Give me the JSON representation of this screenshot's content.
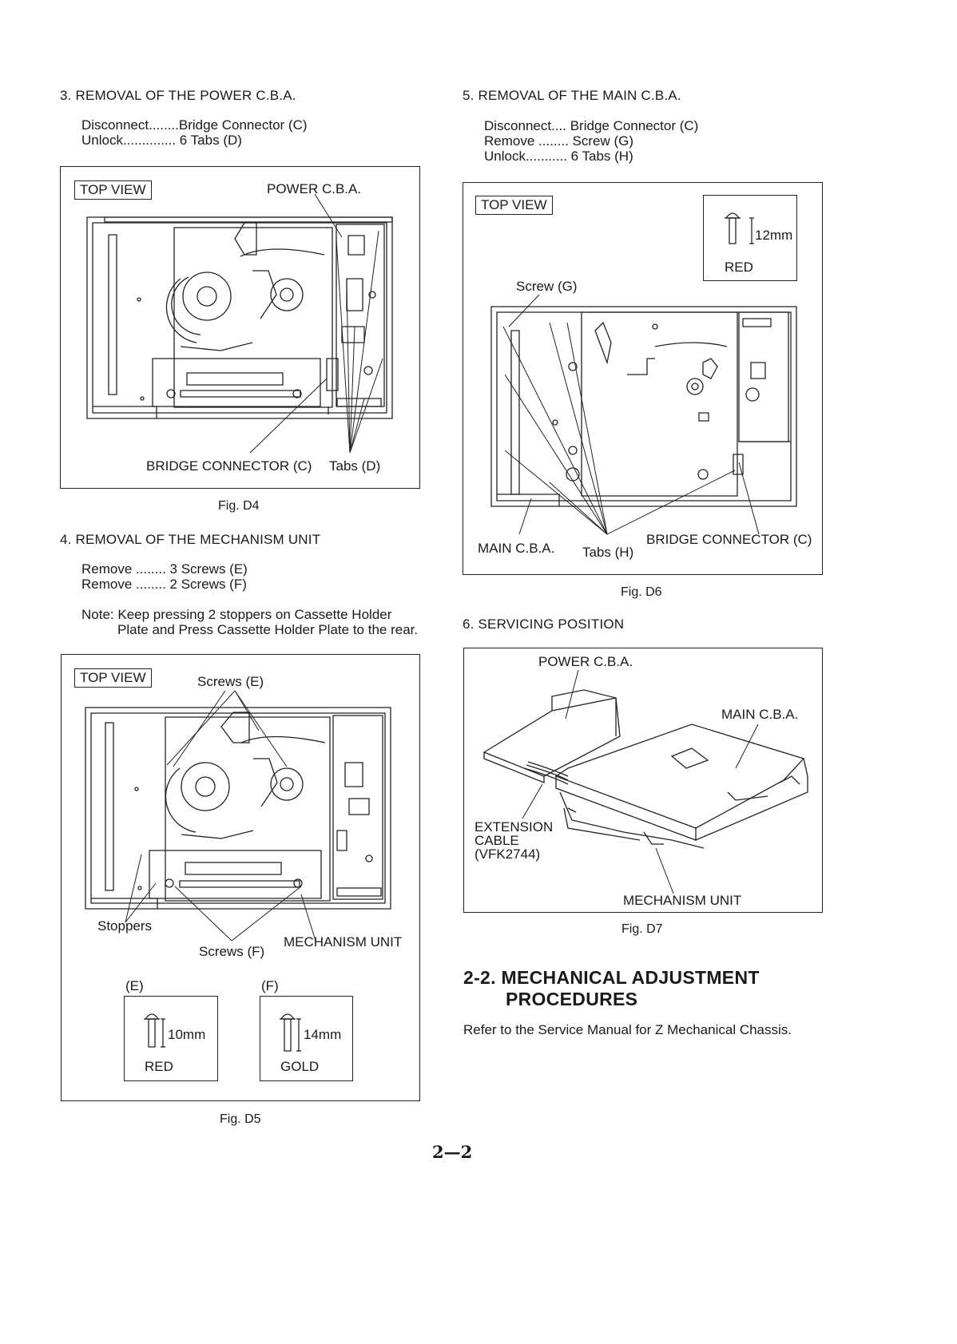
{
  "s3": {
    "heading": "3.  REMOVAL OF THE POWER C.B.A.",
    "l1": "Disconnect........Bridge Connector (C)",
    "l2": "Unlock.............. 6 Tabs (D)",
    "fig": {
      "top_view": "TOP VIEW",
      "power": "POWER C.B.A.",
      "bridge": "BRIDGE CONNECTOR (C)",
      "tabs": "Tabs (D)"
    },
    "caption": "Fig. D4"
  },
  "s4": {
    "heading": "4.  REMOVAL OF THE MECHANISM UNIT",
    "l1": "Remove ........ 3 Screws (E)",
    "l2": "Remove ........ 2 Screws (F)",
    "note1": "Note: Keep pressing 2 stoppers on Cassette Holder",
    "note2": "Plate and Press Cassette Holder Plate to the rear.",
    "fig": {
      "top_view": "TOP VIEW",
      "screws_e": "Screws (E)",
      "stoppers": "Stoppers",
      "screws_f": "Screws (F)",
      "mech": "MECHANISM UNIT",
      "e": "(E)",
      "f": "(F)",
      "e_len": "10mm",
      "e_color": "RED",
      "f_len": "14mm",
      "f_color": "GOLD"
    },
    "caption": "Fig. D5"
  },
  "s5": {
    "heading": "5.  REMOVAL OF THE MAIN C.B.A.",
    "l1": "Disconnect.... Bridge Connector (C)",
    "l2": "Remove ........ Screw (G)",
    "l3": "Unlock........... 6 Tabs (H)",
    "fig": {
      "top_view": "TOP VIEW",
      "len": "12mm",
      "color": "RED",
      "screw_g": "Screw (G)",
      "main": "MAIN C.B.A.",
      "tabs": "Tabs (H)",
      "bridge": "BRIDGE CONNECTOR (C)"
    },
    "caption": "Fig. D6"
  },
  "s6": {
    "heading": "6.  SERVICING POSITION",
    "fig": {
      "power": "POWER C.B.A.",
      "main": "MAIN C.B.A.",
      "ext1": "EXTENSION",
      "ext2": "CABLE",
      "ext3": "(VFK2744)",
      "mech": "MECHANISM UNIT"
    },
    "caption": "Fig. D7"
  },
  "s22": {
    "title1": "2-2.  MECHANICAL ADJUSTMENT",
    "title2": "PROCEDURES",
    "body": "Refer to the Service Manual for Z Mechanical Chassis."
  },
  "page_number": "2—2"
}
